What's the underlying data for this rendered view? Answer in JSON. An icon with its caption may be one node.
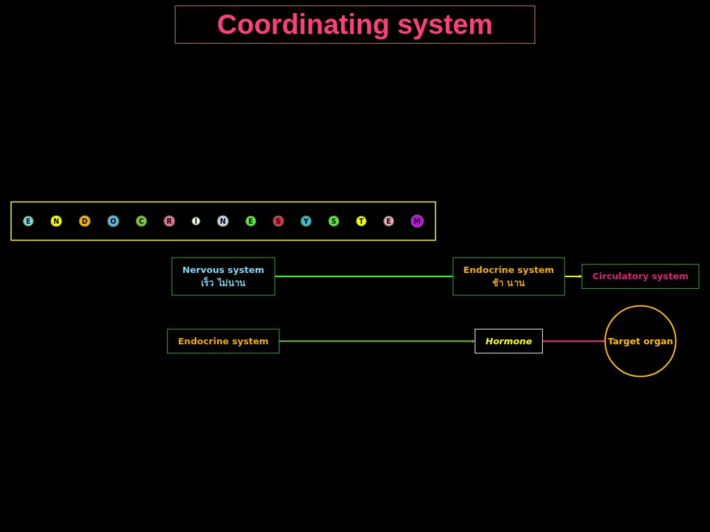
{
  "diagram": {
    "title": "Coordinating system",
    "nodes": [
      {
        "text": [],
        "shape": "bar"
      },
      {
        "text": [
          "E"
        ],
        "in": 0
      },
      {
        "text": [
          "N"
        ],
        "in": 0
      },
      {
        "text": [
          "D"
        ],
        "in": 0
      },
      {
        "text": [
          "O"
        ],
        "in": 0
      },
      {
        "text": [
          "C"
        ],
        "in": 0
      },
      {
        "text": [
          "R"
        ],
        "in": 0
      },
      {
        "text": [
          "I"
        ],
        "in": 0
      },
      {
        "text": [
          "N"
        ],
        "in": 0
      },
      {
        "text": [
          "E"
        ],
        "in": 0
      },
      {
        "text": [
          "S"
        ],
        "in": 0
      },
      {
        "text": [
          "Y"
        ],
        "in": 0
      },
      {
        "text": [
          "S"
        ],
        "in": 0
      },
      {
        "text": [
          "T"
        ],
        "in": 0
      },
      {
        "text": [
          "E"
        ],
        "in": 0
      },
      {
        "text": [
          "M"
        ],
        "in": 0
      },
      {
        "text": [
          "Nervous system",
          "เร็ว ไม่นาน"
        ]
      },
      {
        "text": [
          "Endocrine system",
          "ช้า นาน"
        ]
      },
      {
        "text": [
          "Circulatory system"
        ]
      },
      {
        "text": [
          "Endocrine system"
        ]
      },
      {
        "text": [
          "Hormone"
        ]
      },
      {
        "text": [
          "Target organ"
        ]
      }
    ],
    "edges": [
      {
        "from": 16,
        "to": 17,
        "arrow": "none",
        "color": "#33ff33"
      },
      {
        "from": 17,
        "to": 18,
        "arrow": "to",
        "color": "#ffff00"
      },
      {
        "from": 19,
        "to": 20,
        "arrow": "to",
        "color": "#66cc33"
      },
      {
        "from": 20,
        "to": 21,
        "arrow": "to",
        "color": "#ff2d8a"
      }
    ]
  }
}
